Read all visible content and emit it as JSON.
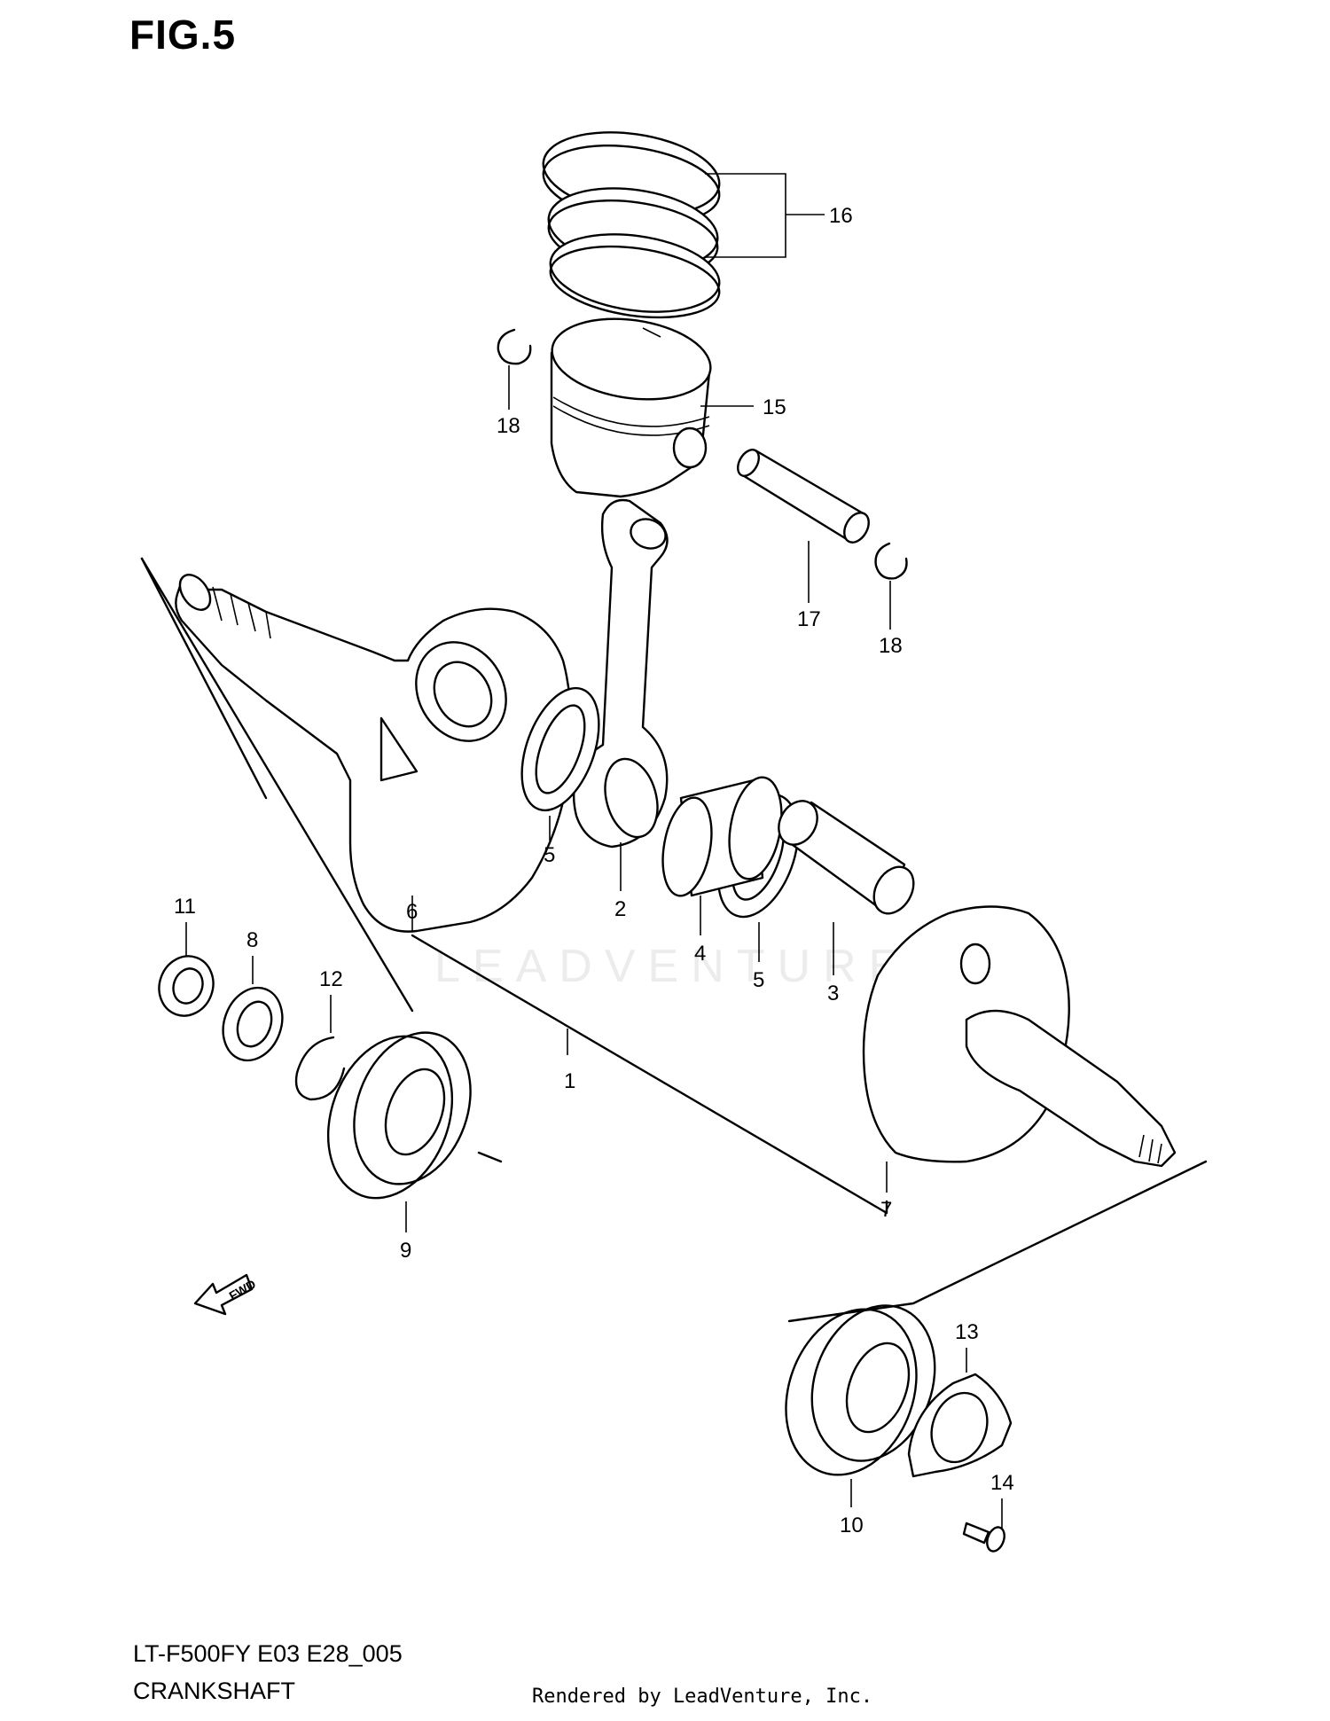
{
  "figure": {
    "title": "FIG.5"
  },
  "watermark": {
    "text": "LEADVENTURE"
  },
  "callouts": [
    {
      "id": "c1",
      "text": "1"
    },
    {
      "id": "c2",
      "text": "2"
    },
    {
      "id": "c3",
      "text": "3"
    },
    {
      "id": "c4",
      "text": "4"
    },
    {
      "id": "c5a",
      "text": "5"
    },
    {
      "id": "c5b",
      "text": "5"
    },
    {
      "id": "c6",
      "text": "6"
    },
    {
      "id": "c7",
      "text": "7"
    },
    {
      "id": "c8",
      "text": "8"
    },
    {
      "id": "c9",
      "text": "9"
    },
    {
      "id": "c10",
      "text": "10"
    },
    {
      "id": "c11",
      "text": "11"
    },
    {
      "id": "c12",
      "text": "12"
    },
    {
      "id": "c13",
      "text": "13"
    },
    {
      "id": "c14",
      "text": "14"
    },
    {
      "id": "c15",
      "text": "15"
    },
    {
      "id": "c16",
      "text": "16"
    },
    {
      "id": "c17",
      "text": "17"
    },
    {
      "id": "c18a",
      "text": "18"
    },
    {
      "id": "c18b",
      "text": "18"
    }
  ],
  "fwd_arrow": {
    "text": "FWD"
  },
  "footer": {
    "model": "LT-F500FY E03 E28_005",
    "section": "CRANKSHAFT",
    "rendered_by": "Rendered by LeadVenture, Inc."
  }
}
